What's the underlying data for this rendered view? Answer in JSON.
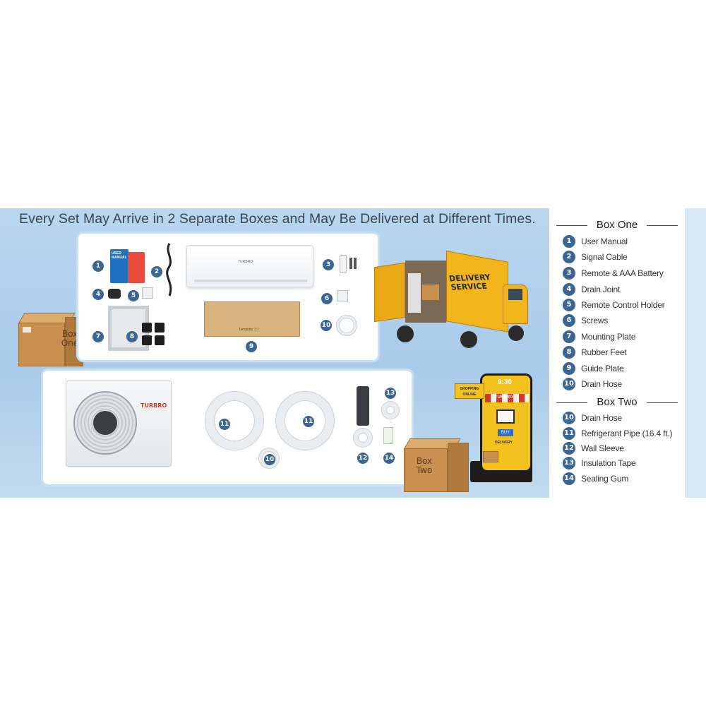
{
  "headline": "Every Set May Arrive in 2 Separate Boxes and May Be Delivered at Different Times.",
  "box_one_label": "Box One",
  "box_two_label": "Box Two",
  "manual_cover": {
    "line1": "USER",
    "line2": "MANUAL"
  },
  "brand": "TURBRO",
  "guide_plate_text": "Template 1:1",
  "truck": {
    "line1": "DELIVERY",
    "line2": "SERVICE"
  },
  "phone": {
    "time": "9:30",
    "sign_line1": "SHOPPING",
    "sign_line2": "ONLINE",
    "brand": "TURBRO",
    "buy": "BUY",
    "delivery": "DELIVERY"
  },
  "panel_numbers": {
    "one": [
      "1",
      "2",
      "3",
      "4",
      "5",
      "6",
      "7",
      "8",
      "9",
      "10"
    ],
    "two": [
      "11",
      "11",
      "10",
      "12",
      "13",
      "14"
    ]
  },
  "legend": {
    "box_one": {
      "title": "Box One",
      "items": [
        {
          "n": "1",
          "label": "User Manual"
        },
        {
          "n": "2",
          "label": "Signal Cable"
        },
        {
          "n": "3",
          "label": "Remote & AAA Battery"
        },
        {
          "n": "4",
          "label": "Drain Joint"
        },
        {
          "n": "5",
          "label": "Remote Control Holder"
        },
        {
          "n": "6",
          "label": "Screws"
        },
        {
          "n": "7",
          "label": "Mounting Plate"
        },
        {
          "n": "8",
          "label": "Rubber Feet"
        },
        {
          "n": "9",
          "label": "Guide Plate"
        },
        {
          "n": "10",
          "label": "Drain Hose"
        }
      ]
    },
    "box_two": {
      "title": "Box Two",
      "items": [
        {
          "n": "10",
          "label": "Drain Hose"
        },
        {
          "n": "11",
          "label": "Refrigerant Pipe (16.4 ft.)"
        },
        {
          "n": "12",
          "label": "Wall Sleeve"
        },
        {
          "n": "13",
          "label": "Insulation Tape"
        },
        {
          "n": "14",
          "label": "Sealing Gum"
        }
      ]
    }
  },
  "colors": {
    "accent": "#3d6593",
    "truck": "#f2b61c",
    "box": "#c98f4f",
    "banner": "#b9d6ef"
  }
}
